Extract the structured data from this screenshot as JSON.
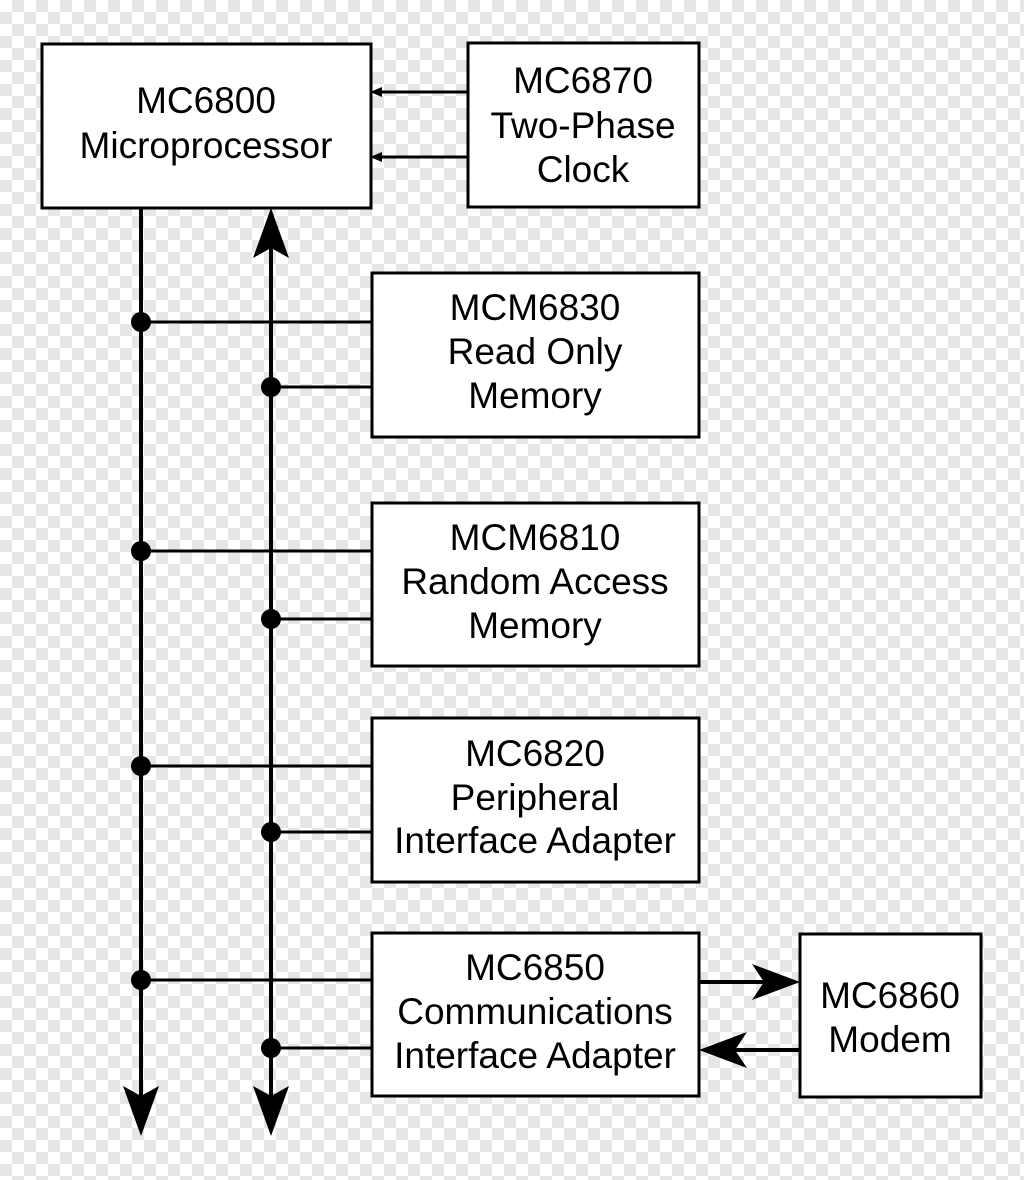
{
  "diagram": {
    "blocks": {
      "cpu": {
        "name": "MC6800",
        "desc": "Microprocessor"
      },
      "clock": {
        "name": "MC6870",
        "desc1": "Two-Phase",
        "desc2": "Clock"
      },
      "rom": {
        "name": "MCM6830",
        "desc1": "Read Only",
        "desc2": "Memory"
      },
      "ram": {
        "name": "MCM6810",
        "desc1": "Random Access",
        "desc2": "Memory"
      },
      "pia": {
        "name": "MC6820",
        "desc1": "Peripheral",
        "desc2": "Interface Adapter"
      },
      "acia": {
        "name": "MC6850",
        "desc1": "Communications",
        "desc2": "Interface Adapter"
      },
      "modem": {
        "name": "MC6860",
        "desc": "Modem"
      }
    },
    "colors": {
      "line": "#000000",
      "box_fill": "#ffffff",
      "background_check": "#e6e6e6"
    }
  }
}
